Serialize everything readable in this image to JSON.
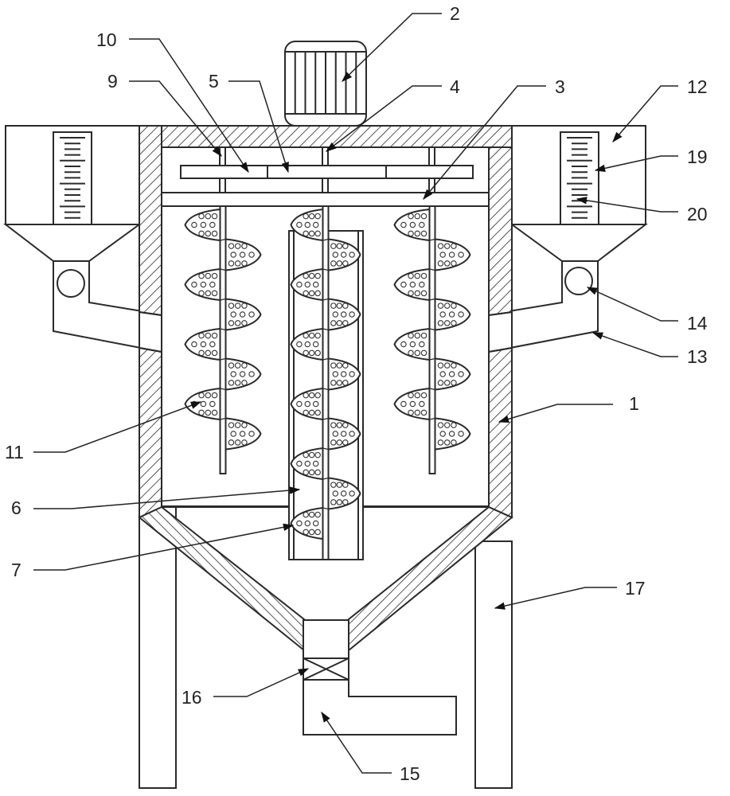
{
  "figure": {
    "type": "patent-drawing",
    "subject": "mixing tank with screw agitators, side hoppers and bottom discharge",
    "callouts": [
      {
        "id": "1",
        "label": "1",
        "part": "tank-body"
      },
      {
        "id": "2",
        "label": "2",
        "part": "motor"
      },
      {
        "id": "3",
        "label": "3",
        "part": "support-plate"
      },
      {
        "id": "4",
        "label": "4",
        "part": "main-shaft"
      },
      {
        "id": "5",
        "label": "5",
        "part": "drive-gear-center"
      },
      {
        "id": "6",
        "label": "6",
        "part": "center-screw-blade"
      },
      {
        "id": "7",
        "label": "7",
        "part": "guide-tube"
      },
      {
        "id": "9",
        "label": "9",
        "part": "side-shaft"
      },
      {
        "id": "10",
        "label": "10",
        "part": "driven-gear"
      },
      {
        "id": "11",
        "label": "11",
        "part": "side-screw-blade"
      },
      {
        "id": "12",
        "label": "12",
        "part": "feed-hopper"
      },
      {
        "id": "13",
        "label": "13",
        "part": "feed-pipe"
      },
      {
        "id": "14",
        "label": "14",
        "part": "feed-valve"
      },
      {
        "id": "15",
        "label": "15",
        "part": "discharge-pipe"
      },
      {
        "id": "16",
        "label": "16",
        "part": "discharge-valve"
      },
      {
        "id": "17",
        "label": "17",
        "part": "support-leg"
      },
      {
        "id": "19",
        "label": "19",
        "part": "level-window"
      },
      {
        "id": "20",
        "label": "20",
        "part": "scale-marks"
      }
    ]
  }
}
